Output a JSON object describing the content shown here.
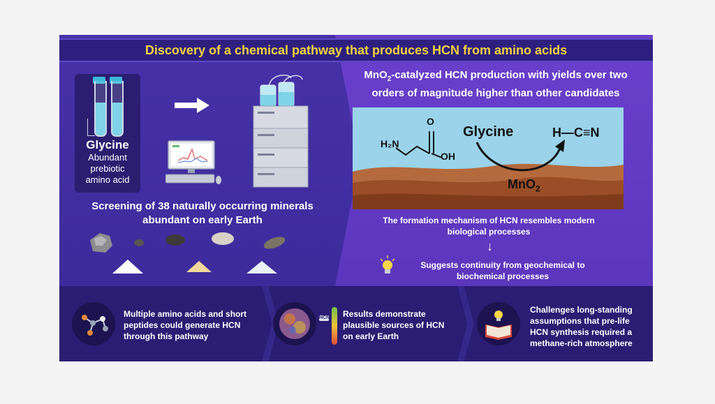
{
  "title": "Discovery of a chemical pathway that produces HCN from amino acids",
  "left": {
    "glycine_name": "Glycine",
    "glycine_desc": "Abundant prebiotic amino acid",
    "screening_text": "Screening of 38 naturally occurring minerals abundant on early Earth"
  },
  "right": {
    "heading_pre": "MnO",
    "heading_sub": "2",
    "heading_post": "-catalyzed HCN production with yields over two orders of magnitude higher than other candidates",
    "reaction": {
      "reactant_name": "Glycine",
      "amine": "H₂N",
      "carbonyl_o": "O",
      "hydroxyl": "OH",
      "product": "H—C≡N",
      "catalyst_pre": "MnO",
      "catalyst_sub": "2"
    },
    "mechanism_text": "The formation mechanism of HCN resembles modern biological processes",
    "arrow": "↓",
    "suggest_text": "Suggests continuity from geochemical to biochemical processes"
  },
  "bottom": {
    "item1": "Multiple amino acids and short peptides could generate HCN through this pathway",
    "item2": "Results demonstrate plausible sources of HCN on early Earth",
    "item2_badge": "HCN",
    "item3": "Challenges long-standing assumptions that pre-life HCN synthesis required a methane-rich atmosphere"
  },
  "colors": {
    "title": "#f3d23e",
    "panel": "#3a2a94",
    "right_panel": "#5b36bd",
    "bottom_bar": "#2b1d73",
    "earth": "#a8562b",
    "sky": "#9ad3ea"
  },
  "icons": [
    "test-tube-icon",
    "arrow-right-icon",
    "computer-icon",
    "hplc-instrument-icon",
    "mineral-rocks-icon",
    "lightbulb-icon",
    "molecule-icon",
    "planet-icon",
    "thermometer-icon",
    "book-icon"
  ]
}
